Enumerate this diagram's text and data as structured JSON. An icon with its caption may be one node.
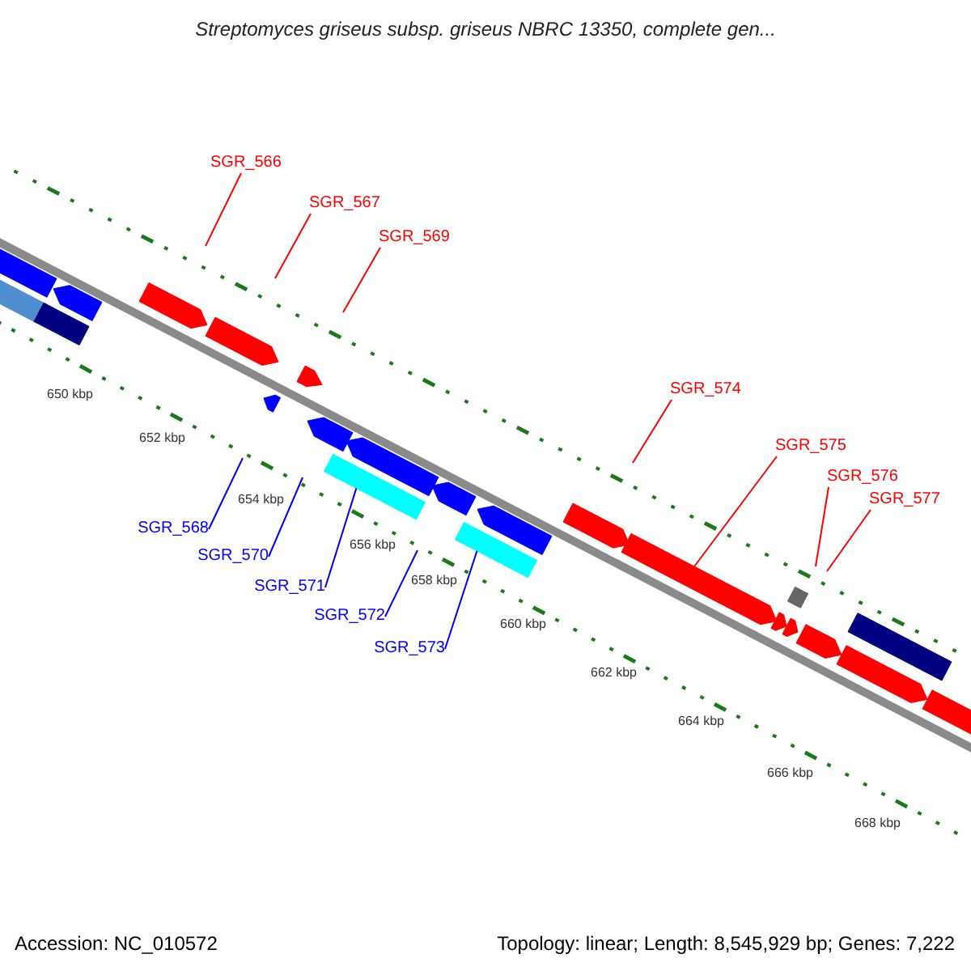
{
  "diagram": {
    "title": "Streptomyces griseus subsp. griseus NBRC 13350, complete gen...",
    "nodes": [
      {
        "text": [
          "SGR_566"
        ]
      },
      {
        "text": [
          "SGR_567"
        ]
      },
      {
        "text": [
          "SGR_569"
        ]
      },
      {
        "text": [
          "SGR_574"
        ]
      },
      {
        "text": [
          "SGR_575"
        ]
      },
      {
        "text": [
          "SGR_576"
        ]
      },
      {
        "text": [
          "SGR_577"
        ]
      },
      {
        "text": [
          "SGR_568"
        ]
      },
      {
        "text": [
          "SGR_570"
        ]
      },
      {
        "text": [
          "SGR_571"
        ]
      },
      {
        "text": [
          "SGR_572"
        ]
      },
      {
        "text": [
          "SGR_573"
        ]
      },
      {
        "text": [],
        "shape": "box"
      },
      {
        "text": [],
        "shape": "box"
      },
      {
        "text": [],
        "shape": "arrow"
      }
    ],
    "edges": [
      {
        "from": 0,
        "to": null,
        "arrow": "none"
      },
      {
        "from": 1,
        "to": null,
        "arrow": "none"
      },
      {
        "from": 2,
        "to": null,
        "arrow": "none"
      },
      {
        "from": 3,
        "to": null,
        "arrow": "none"
      },
      {
        "from": 4,
        "to": 14,
        "arrow": "none"
      },
      {
        "from": 5,
        "to": null,
        "arrow": "none"
      },
      {
        "from": 6,
        "to": null,
        "arrow": "none"
      },
      {
        "from": 7,
        "to": null,
        "arrow": "none",
        "color": "#0000ff"
      },
      {
        "from": 8,
        "to": null,
        "arrow": "none",
        "color": "#0000ff"
      },
      {
        "from": 9,
        "to": 12,
        "arrow": "none",
        "color": "#0000ff"
      },
      {
        "from": 10,
        "to": null,
        "arrow": "none",
        "color": "#0000ff"
      },
      {
        "from": 11,
        "to": 13,
        "arrow": "none",
        "color": "#0000ff"
      }
    ],
    "labels": [
      "650 kbp",
      "652 kbp",
      "654 kbp",
      "656 kbp",
      "658 kbp",
      "660 kbp",
      "662 kbp",
      "664 kbp",
      "666 kbp",
      "668 kbp",
      "Accession: NC_010572",
      "Topology: linear; Length: 8,545,929 bp; Genes: 7,222"
    ]
  }
}
